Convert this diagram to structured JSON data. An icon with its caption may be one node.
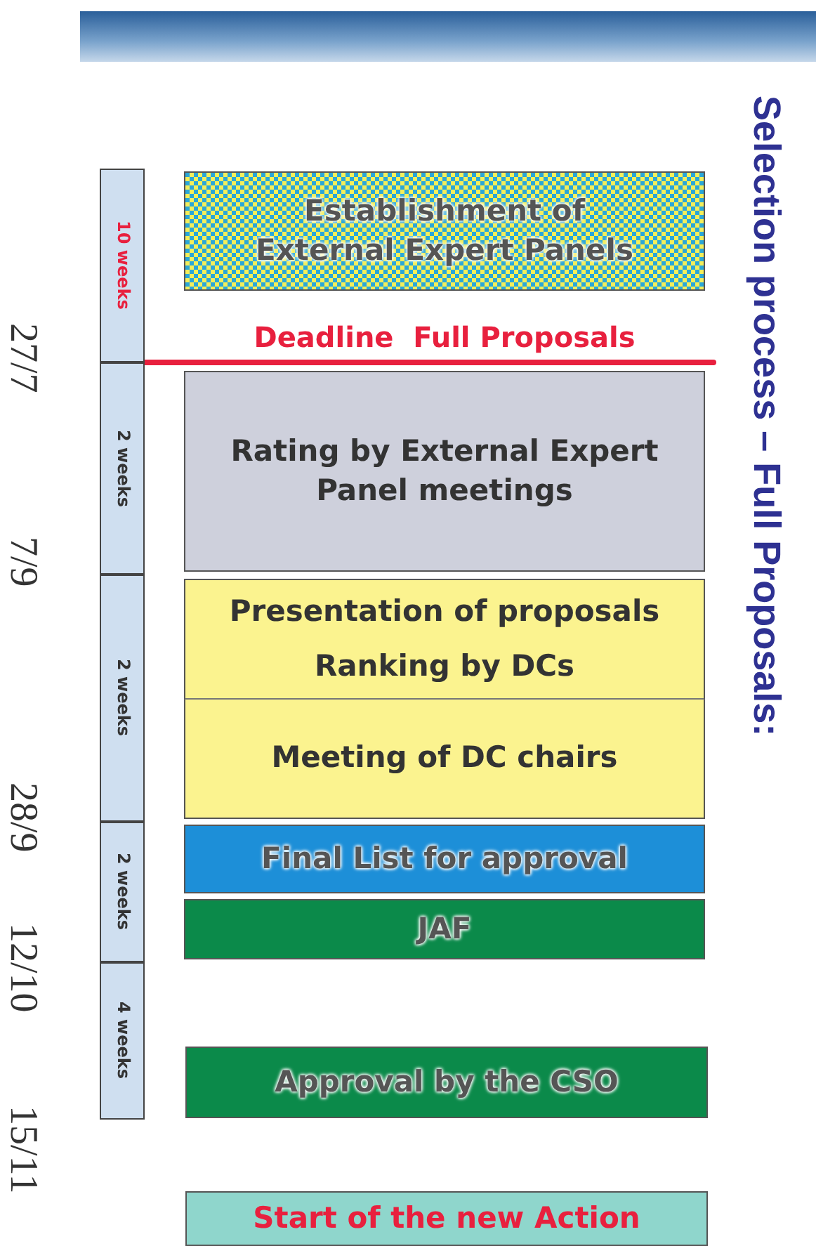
{
  "diagram": {
    "title": "Selection process – Full Proposals:",
    "nodes": [
      {
        "text": [
          "Establishment of External Expert Panels"
        ]
      },
      {
        "text": [
          "Rating by External Expert Panel meetings"
        ]
      },
      {
        "text": [
          "Presentation of proposals",
          "Ranking by DCs"
        ]
      },
      {
        "text": [
          "Meeting of DC chairs"
        ]
      },
      {
        "text": [
          "Final List for approval"
        ]
      },
      {
        "text": [
          "JAF"
        ]
      },
      {
        "text": [
          "Approval by the CSO"
        ]
      },
      {
        "text": [
          "Start of the new Action"
        ]
      },
      {
        "text": [
          "10 weeks"
        ]
      },
      {
        "text": [
          "2 weeks"
        ]
      },
      {
        "text": [
          "2 weeks"
        ]
      },
      {
        "text": [
          "2 weeks"
        ]
      },
      {
        "text": [
          "4 weeks"
        ]
      }
    ],
    "edges": [],
    "labels": [
      "Deadline  Full Proposals",
      "27/7",
      "7/9",
      "28/9",
      "12/10",
      "15/11"
    ]
  }
}
